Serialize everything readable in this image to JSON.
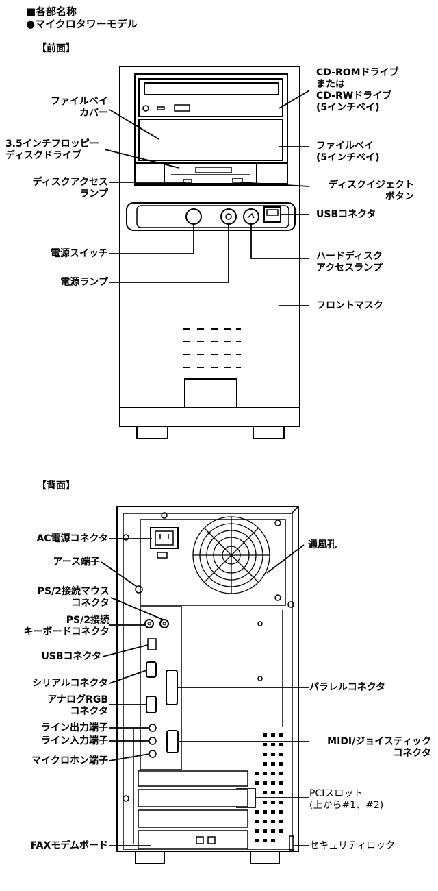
{
  "section_title": "■各部名称",
  "model_title": "●マイクロタワーモデル",
  "front": {
    "heading": "【前面】",
    "labels": {
      "cdrom": "CD-ROMドライブ\nまたは\nCD-RWドライブ\n(5インチベイ)",
      "file_bay_cover": "ファイルベイ\nカバー",
      "file_bay": "ファイルベイ\n(5インチベイ)",
      "fdd": "3.5インチフロッピー\nディスクドライブ",
      "disk_access_lamp": "ディスクアクセス\nランプ",
      "disk_eject_button": "ディスクイジェクト\nボタン",
      "usb_connector": "USBコネクタ",
      "power_switch": "電源スイッチ",
      "hdd_access_lamp": "ハードディスク\nアクセスランプ",
      "power_lamp": "電源ランプ",
      "front_mask": "フロントマスク"
    }
  },
  "rear": {
    "heading": "【背面】",
    "labels": {
      "ac_connector": "AC電源コネクタ",
      "vent": "通風孔",
      "ground": "アース端子",
      "ps2_mouse": "PS/2接続マウス\nコネクタ",
      "ps2_keyboard": "PS/2接続\nキーボードコネクタ",
      "usb_connector": "USBコネクタ",
      "serial": "シリアルコネクタ",
      "parallel": "パラレルコネクタ",
      "analog_rgb": "アナログRGB\nコネクタ",
      "line_out": "ライン出力端子",
      "line_in": "ライン入力端子",
      "midi": "MIDI/ジョイスティック\nコネクタ",
      "mic": "マイクロホン端子",
      "pci_slot": "PCIスロット\n(上から#1、#2)",
      "fax_modem": "FAXモデムボード",
      "security_lock": "セキュリティロック"
    }
  }
}
